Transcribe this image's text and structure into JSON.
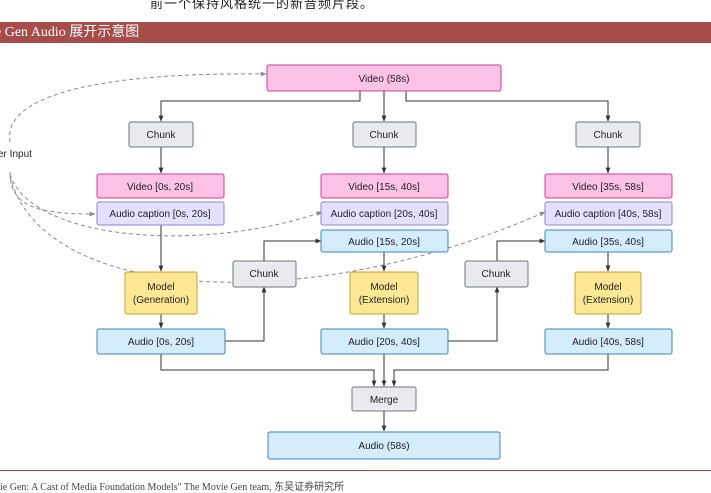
{
  "header": {
    "top_text": "前一个保持风格统一的新音频片段。",
    "title": "e Gen Audio 展开示意图"
  },
  "footer": {
    "text": "ie Gen: A Cast of Media Foundation Models\" The Movie Gen team, 东吴证券研究所"
  },
  "diagram": {
    "user_input": "er Input",
    "video_full": "Video (58s)",
    "chunk": "Chunk",
    "video_seg1": "Video [0s, 20s]",
    "video_seg2": "Video [15s, 40s]",
    "video_seg3": "Video [35s, 58s]",
    "caption1": "Audio caption [0s, 20s]",
    "caption2": "Audio caption [20s, 40s]",
    "caption3": "Audio caption [40s, 58s]",
    "overlap1": "Audio [15s, 20s]",
    "overlap2": "Audio [35s, 40s]",
    "model_line1": "Model",
    "model_generation": "(Generation)",
    "model_extension": "(Extension)",
    "audio_out1": "Audio [0s, 20s]",
    "audio_out2": "Audio [20s, 40s]",
    "audio_out3": "Audio [40s, 58s]",
    "merge": "Merge",
    "audio_full": "Audio (58s)"
  },
  "colors": {
    "header_bar": "#a64d4a",
    "video": "#fbc2e6",
    "chunk": "#e8eaee",
    "caption": "#e4e0ff",
    "audio": "#d4ecfc",
    "model": "#fde794"
  }
}
